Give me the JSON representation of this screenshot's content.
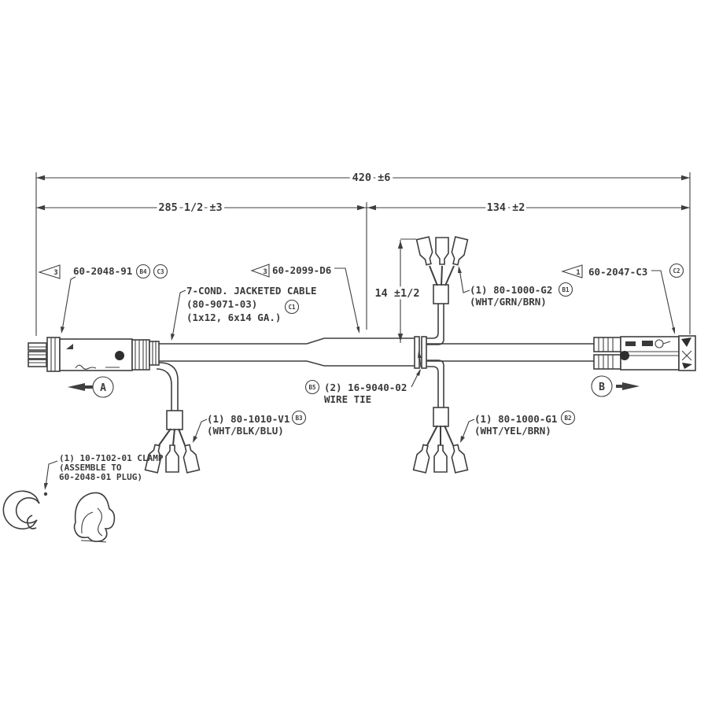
{
  "dimensions": {
    "overall": "420 ±6",
    "segment_left": "285 1/2 ±3",
    "segment_right": "134 ±2",
    "branch_height": "14 ±1/2"
  },
  "flags": {
    "left_plug": "3",
    "mid_assembly": "3",
    "right_plug": "1"
  },
  "callouts": {
    "left_plug": {
      "part": "60-2048-91",
      "balloon1": "B4",
      "balloon2": "C3"
    },
    "mid_assembly": {
      "part": "60-2099-D6"
    },
    "cable": {
      "line1": "7-COND. JACKETED CABLE",
      "line2": "(80-9071-03)",
      "line3": "(1x12, 6x14 GA.)",
      "balloon": "C1"
    },
    "wire_tie": {
      "balloon": "B5",
      "line1": "(2) 16-9040-02",
      "line2": "WIRE TIE"
    },
    "branch_up": {
      "line1": "(1) 80-1000-G2",
      "line2": "(WHT/GRN/BRN)",
      "balloon": "B1"
    },
    "right_plug": {
      "part": "60-2047-C3",
      "balloon": "C2"
    },
    "branch_down_right": {
      "line1": "(1) 80-1000-G1",
      "line2": "(WHT/YEL/BRN)",
      "balloon": "B2"
    },
    "branch_down_left": {
      "line1": "(1) 80-1010-V1",
      "line2": "(WHT/BLK/BLU)",
      "balloon": "B3"
    },
    "clamp_note": {
      "line1": "(1) 10-7102-01 CLAMP",
      "line2": "(ASSEMBLE TO",
      "line3": "60-2048-01 PLUG)"
    }
  },
  "view_labels": {
    "left": "A",
    "right": "B"
  },
  "colors": {
    "line": "#3f3f3f",
    "background": "#ffffff"
  }
}
